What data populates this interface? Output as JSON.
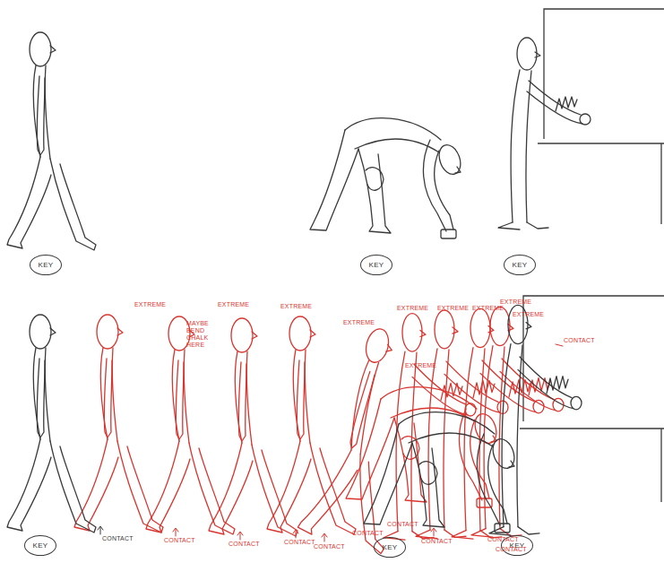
{
  "diagram": {
    "nodes": [
      {
        "text": [
          "KEY"
        ]
      },
      {
        "text": [
          "KEY"
        ]
      },
      {
        "text": [
          "KEY"
        ]
      },
      {
        "text": [
          "KEY"
        ]
      },
      {
        "text": [
          "KEY"
        ]
      },
      {
        "text": [
          "KEY"
        ]
      }
    ],
    "labels": [
      "EXTREME",
      "EXTREME",
      "EXTREME",
      "EXTREME",
      "EXTREME",
      "EXTREME",
      "EXTREME",
      "EXTREME",
      "MAYBE BEND CHALK HERE",
      "EXTREME",
      "CONTACT",
      "EXTREME",
      "CONTACT",
      "CONTACT",
      "CONTACT",
      "CONTACT",
      "CONTACT",
      "CONTACT",
      "CONTACT",
      "CONTACT",
      "CONTACT",
      "CONTACT"
    ]
  }
}
